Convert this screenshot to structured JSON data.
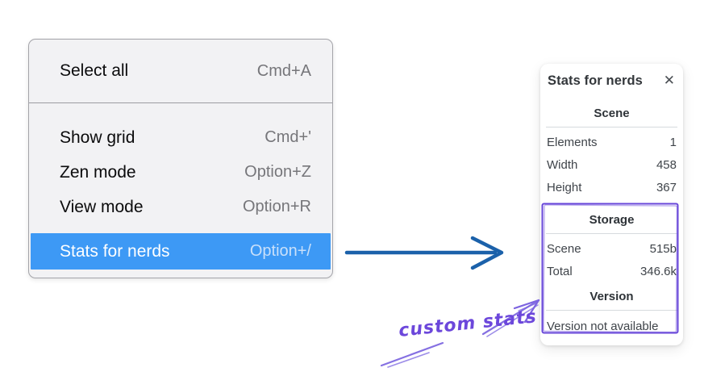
{
  "context_menu": {
    "items": [
      {
        "label": "Select all",
        "shortcut": "Cmd+A",
        "selected": false
      },
      {
        "label": "Show grid",
        "shortcut": "Cmd+'",
        "selected": false
      },
      {
        "label": "Zen mode",
        "shortcut": "Option+Z",
        "selected": false
      },
      {
        "label": "View mode",
        "shortcut": "Option+R",
        "selected": false
      },
      {
        "label": "Stats for nerds",
        "shortcut": "Option+/",
        "selected": true
      }
    ]
  },
  "stats_panel": {
    "title": "Stats for nerds",
    "close_icon": "✕",
    "sections": [
      {
        "header": "Scene",
        "rows": [
          [
            "Elements",
            "1"
          ],
          [
            "Width",
            "458"
          ],
          [
            "Height",
            "367"
          ]
        ]
      },
      {
        "header": "Storage",
        "rows": [
          [
            "Scene",
            "515b"
          ],
          [
            "Total",
            "346.6k"
          ]
        ]
      },
      {
        "header": "Version",
        "note": "Version not available"
      }
    ]
  },
  "annotation": {
    "label": "custom stats"
  },
  "colors": {
    "menu_highlight": "#3d99f5",
    "menu_background": "#f2f2f4",
    "arrow_blue": "#1b61aa",
    "annotation_purple": "#6847d9",
    "annotation_text_purple": "#6c47db",
    "panel_divider": "#d6dade"
  }
}
